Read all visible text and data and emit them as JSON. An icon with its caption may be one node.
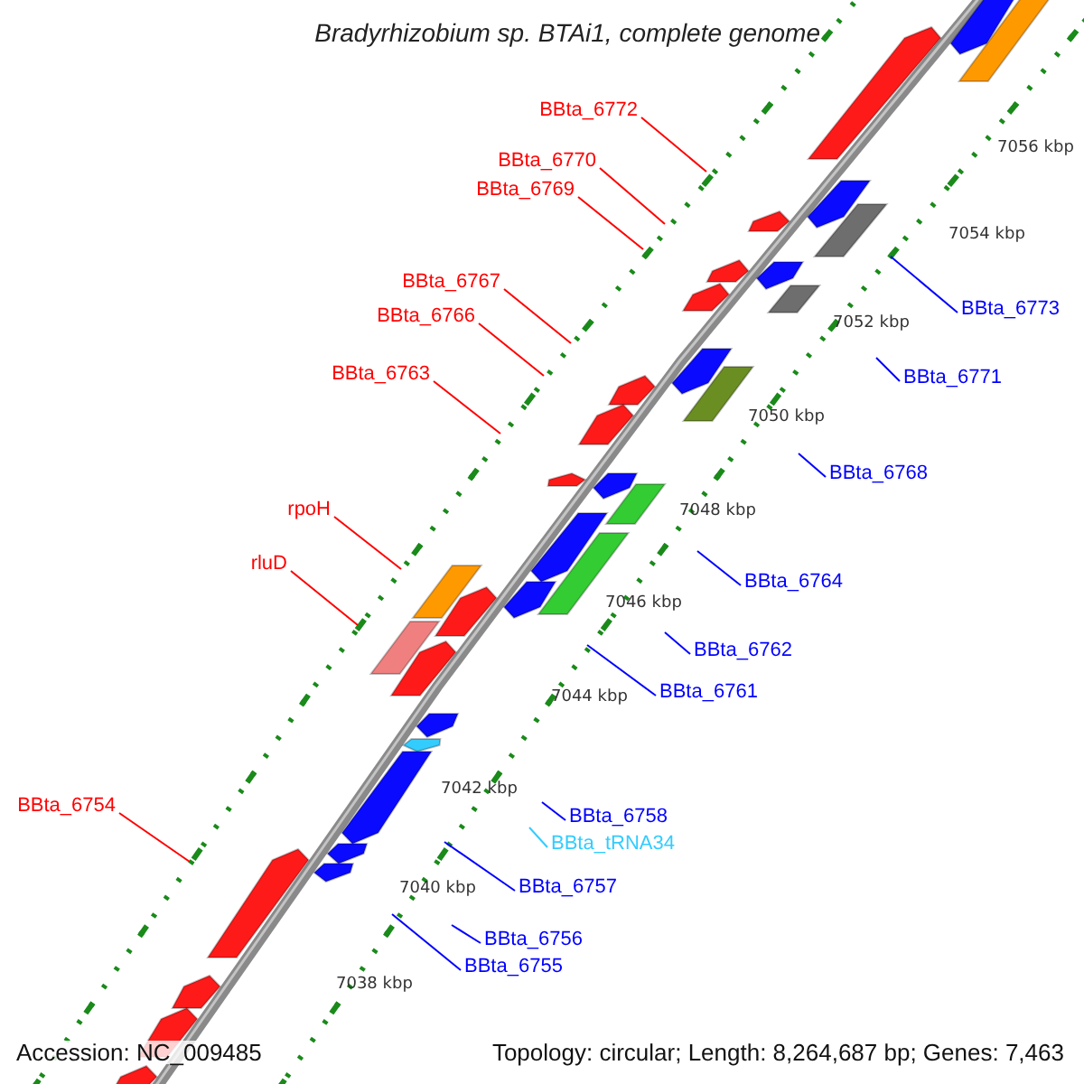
{
  "diagram": {
    "title": "Bradyrhizobium sp. BTAi1, complete genome",
    "nodes": [
      {
        "text": [
          "BBta_6772"
        ]
      },
      {
        "text": [
          "BBta_6770"
        ]
      },
      {
        "text": [
          "BBta_6769"
        ]
      },
      {
        "text": [
          "BBta_6767"
        ]
      },
      {
        "text": [
          "BBta_6773"
        ]
      },
      {
        "text": [
          "BBta_6766"
        ]
      },
      {
        "text": [
          "BBta_6763"
        ]
      },
      {
        "text": [
          "BBta_6771"
        ]
      },
      {
        "text": [
          "BBta_6768"
        ]
      },
      {
        "text": [
          "rpoH"
        ]
      },
      {
        "text": [
          "rluD"
        ]
      },
      {
        "text": [
          "BBta_6764"
        ]
      },
      {
        "text": [
          "BBta_6762"
        ]
      },
      {
        "text": [
          "BBta_6761"
        ]
      },
      {
        "text": [
          "BBta_6754"
        ]
      },
      {
        "text": [
          "BBta_6758"
        ]
      },
      {
        "text": [
          "BBta_tRNA34"
        ]
      },
      {
        "text": [
          "BBta_6757"
        ]
      },
      {
        "text": [
          "BBta_6756"
        ]
      },
      {
        "text": [
          "BBta_6755"
        ]
      }
    ],
    "edges": [
      {
        "from": 0,
        "to": null,
        "arrow": "none",
        "color": "#ff0000"
      },
      {
        "from": 1,
        "to": null,
        "arrow": "none",
        "color": "#ff0000"
      },
      {
        "from": 2,
        "to": null,
        "arrow": "none",
        "color": "#ff0000"
      },
      {
        "from": 3,
        "to": null,
        "arrow": "none",
        "color": "#ff0000"
      },
      {
        "from": 4,
        "to": null,
        "arrow": "none"
      },
      {
        "from": 5,
        "to": null,
        "arrow": "none",
        "color": "#ff0000"
      },
      {
        "from": 6,
        "to": null,
        "arrow": "none",
        "color": "#ff0000"
      },
      {
        "from": 7,
        "to": null,
        "arrow": "none"
      },
      {
        "from": 8,
        "to": null,
        "arrow": "none"
      },
      {
        "from": 9,
        "to": null,
        "arrow": "none",
        "color": "#ff0000"
      },
      {
        "from": 10,
        "to": null,
        "arrow": "none",
        "color": "#ff0000"
      },
      {
        "from": 11,
        "to": null,
        "arrow": "none"
      },
      {
        "from": 12,
        "to": null,
        "arrow": "none"
      },
      {
        "from": 13,
        "to": null,
        "arrow": "none"
      },
      {
        "from": 14,
        "to": null,
        "arrow": "none",
        "color": "#ff0000"
      },
      {
        "from": 15,
        "to": null,
        "arrow": "none"
      },
      {
        "from": 16,
        "to": null,
        "arrow": "none",
        "color": "#33ccff"
      },
      {
        "from": 17,
        "to": null,
        "arrow": "none"
      },
      {
        "from": 18,
        "to": null,
        "arrow": "none"
      },
      {
        "from": 19,
        "to": null,
        "arrow": "none"
      }
    ],
    "labels": [
      "7056 kbp",
      "7054 kbp",
      "7052 kbp",
      "7050 kbp",
      "7048 kbp",
      "7046 kbp",
      "7044 kbp",
      "7042 kbp",
      "7040 kbp",
      "7038 kbp",
      "Accession: NC_009485",
      "Topology: circular; Length: 8,264,687 bp; Genes: 7,463"
    ]
  }
}
